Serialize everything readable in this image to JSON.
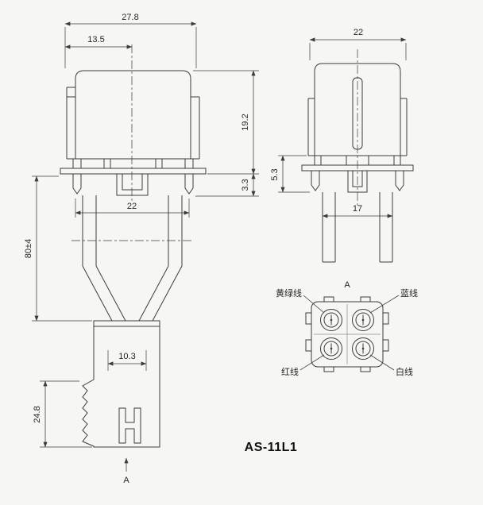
{
  "drawing": {
    "title": "AS-11L1",
    "front": {
      "dim_overall_width": "27.8",
      "dim_half_width": "13.5",
      "dim_body_height": "19.2",
      "dim_flange_height": "3.3",
      "dim_base_width": "22",
      "dim_lead_length": "80±4",
      "dim_plug_width": "10.3",
      "dim_plug_height": "24.8",
      "section_mark": "A"
    },
    "side": {
      "dim_width": "22",
      "dim_flange_height": "5.3",
      "dim_terminal_span": "17"
    },
    "detail": {
      "label": "A",
      "wires": {
        "top_left": "黄绿线",
        "top_right": "蓝线",
        "bottom_left": "红线",
        "bottom_right": "白线"
      }
    },
    "colors": {
      "line": "#3c3c3c",
      "background": "#f6f6f4"
    }
  }
}
